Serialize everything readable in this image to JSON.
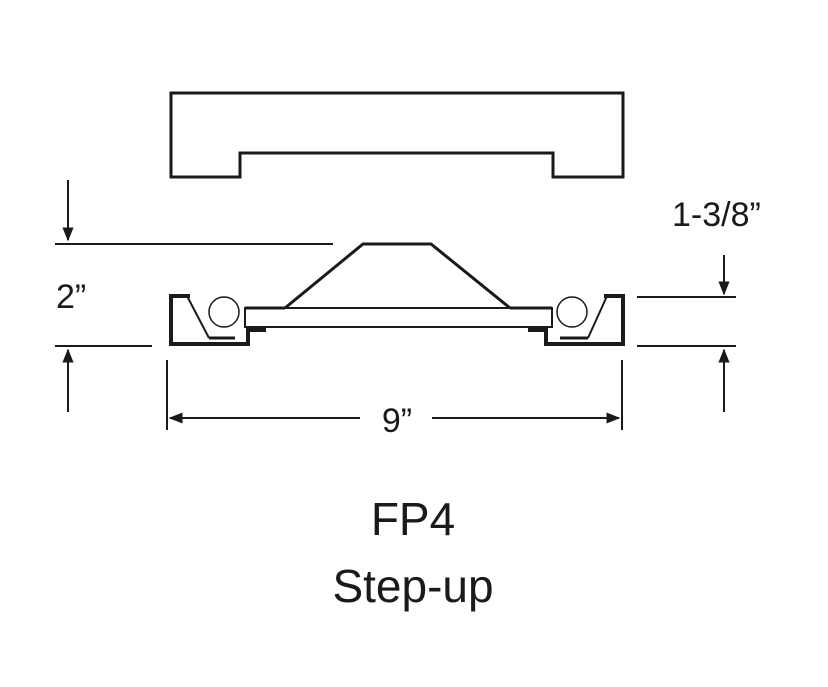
{
  "labels": {
    "height_total": "2”",
    "height_frame": "1-3/8”",
    "width": "9”",
    "model": "FP4",
    "type": "Step-up"
  },
  "colors": {
    "ink": "#1a1a1a",
    "background": "#ffffff"
  }
}
